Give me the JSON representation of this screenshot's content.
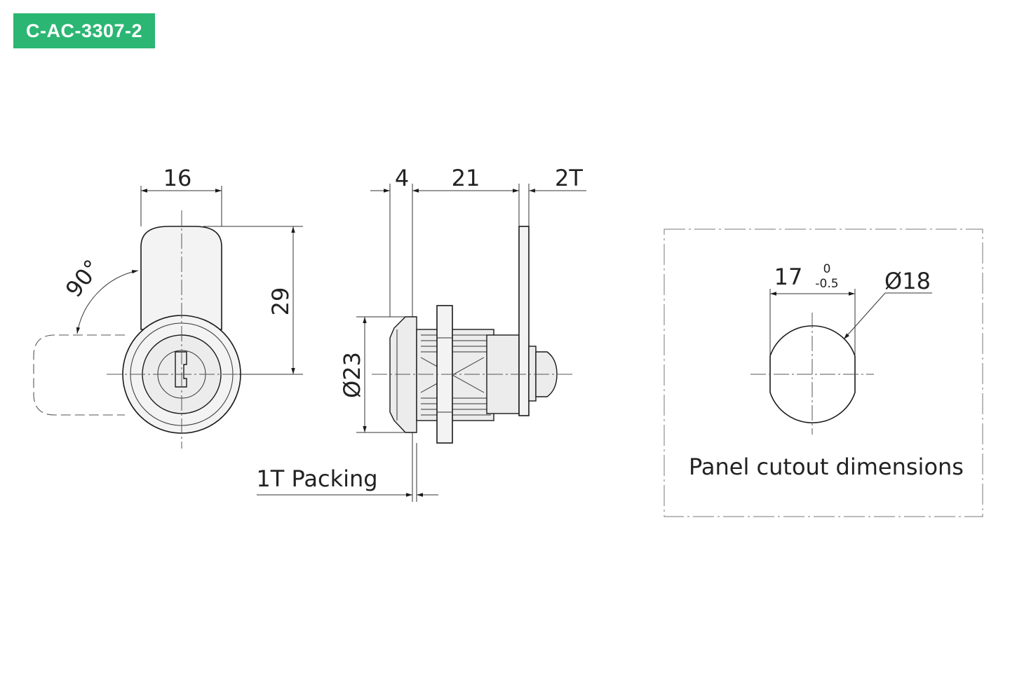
{
  "part_code": "C-AC-3307-2",
  "colors": {
    "badge": "#2bb673",
    "line": "#1a1a1a"
  },
  "front_view": {
    "width_dim": "16",
    "height_dim": "29",
    "rotation_angle": "90°"
  },
  "side_view": {
    "flange_dim": "4",
    "body_dim": "21",
    "cam_thickness_dim": "2T",
    "diameter_dim": "Ø23",
    "packing_label": "1T Packing"
  },
  "panel_cutout": {
    "flat_width": "17",
    "tol_upper": "0",
    "tol_lower": "-0.5",
    "diameter": "Ø18",
    "caption": "Panel cutout dimensions"
  }
}
